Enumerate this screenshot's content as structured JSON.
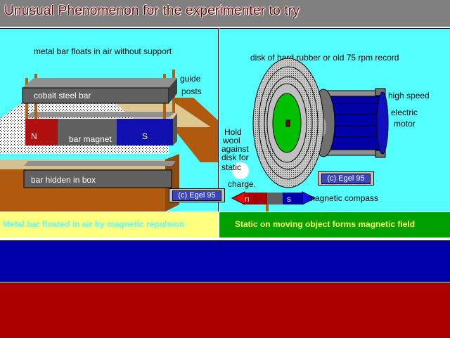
{
  "title": "Unusual  Phenomenon for the experimenter to try",
  "left": {
    "heading": "metal bar floats in air without support",
    "guide_posts": [
      "guide",
      "posts"
    ],
    "cobalt_bar": "cobalt steel bar",
    "pole_n": "N",
    "magnet_label": "bar magnet",
    "pole_s": "S",
    "hidden_bar": "bar hidden in box",
    "credit": "(c)  Egel  95",
    "caption": "Metal bar floated in air by magnetic repulsion"
  },
  "right": {
    "heading": "disk of hard rubber  or old 75 rpm record",
    "motor_label": [
      "high speed",
      "electric",
      "motor"
    ],
    "wool_label": [
      "Hold",
      "wool",
      "against",
      "disk for",
      "static",
      "charge."
    ],
    "credit": "(c)  Egel  95",
    "compass_n": "n",
    "compass_s": "s",
    "compass_label": "magnetic compass",
    "caption": "Static on moving object forms magnetic field"
  },
  "colors": {
    "panel": "#55ffff",
    "title_bar": "#808080",
    "caption_left_bg": "#ffff80",
    "caption_left_text": "#55ffff",
    "caption_right_bg": "#00a000",
    "caption_right_text": "#ffff55",
    "band_blue": "#0000aa",
    "band_red": "#aa0000"
  }
}
